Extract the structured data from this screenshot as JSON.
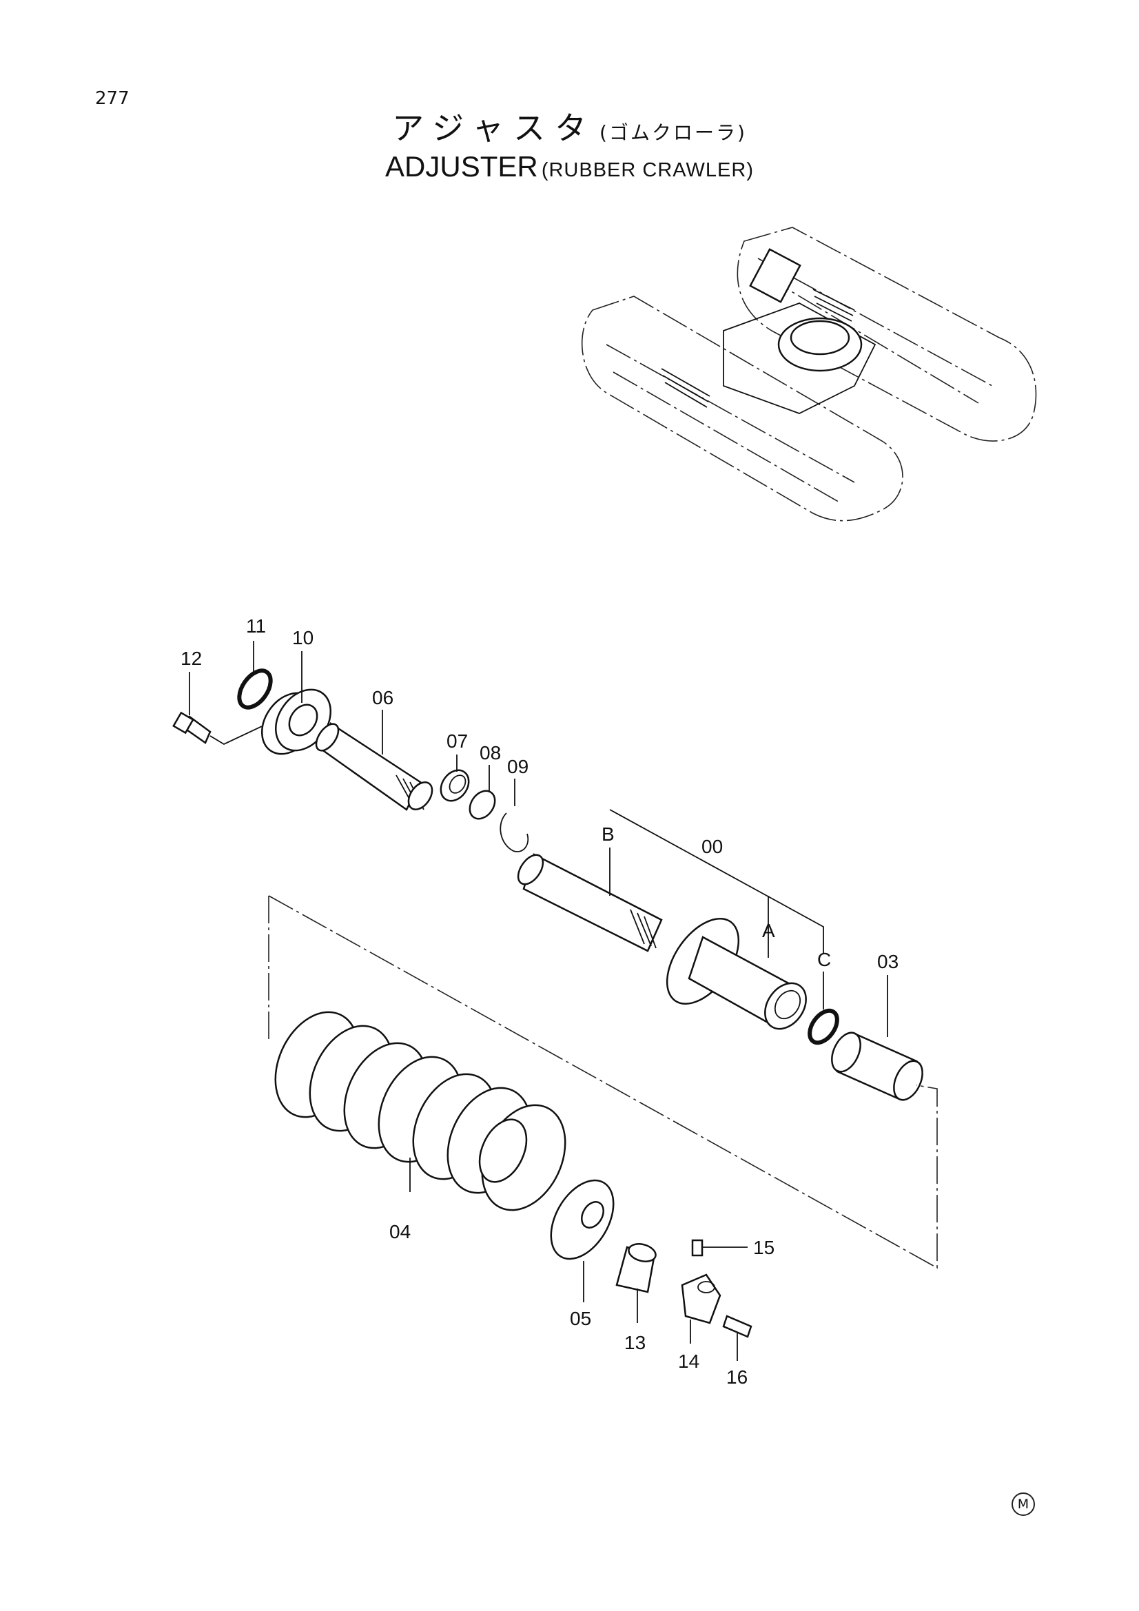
{
  "page_number": "277",
  "title": {
    "japanese": "アジャスタ",
    "japanese_sub": "(ゴムクローラ)",
    "english": "ADJUSTER",
    "english_sub": "(RUBBER CRAWLER)"
  },
  "callouts": [
    "00",
    "A",
    "B",
    "C",
    "03",
    "04",
    "05",
    "06",
    "07",
    "08",
    "09",
    "10",
    "11",
    "12",
    "13",
    "14",
    "15",
    "16"
  ],
  "mark": "M"
}
